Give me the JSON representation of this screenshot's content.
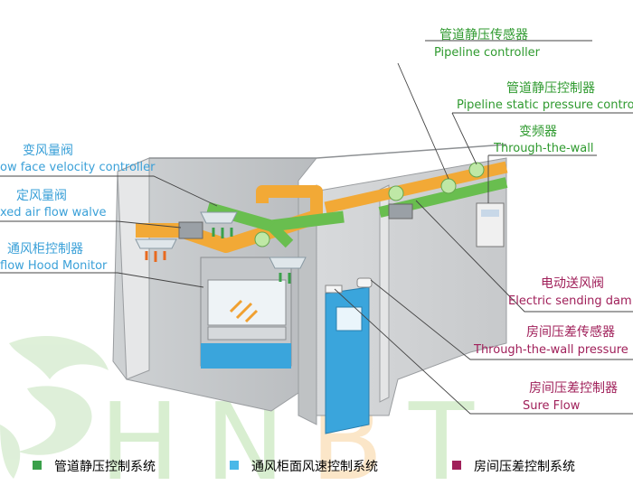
{
  "watermark": {
    "letters": [
      "H",
      "N",
      "B",
      "T"
    ]
  },
  "labels": {
    "pipeline_sensor_zh": "管道静压传感器",
    "pipeline_sensor_en": "Pipeline controller",
    "pipeline_controller_zh": "管道静压控制器",
    "pipeline_controller_en": "Pipeline static pressure contro",
    "vfd_zh": "变频器",
    "vfd_en": "Through-the-wall",
    "vav_zh": "变风量阀",
    "vav_en": "ow face velocity controller",
    "cav_zh": "定风量阀",
    "cav_en": "xed air flow walve",
    "hood_monitor_zh": "通风柜控制器",
    "hood_monitor_en": "flow Hood Monitor",
    "damper_zh": "电动送风阀",
    "damper_en": "Electric sending dam",
    "room_sensor_zh": "房间压差传感器",
    "room_sensor_en": "Through-the-wall pressure",
    "room_controller_zh": "房间压差控制器",
    "room_controller_en": "Sure Flow"
  },
  "legend": [
    {
      "label": "管道静压控制系统",
      "color": "#3aa04a"
    },
    {
      "label": "通风柜面风速控制系统",
      "color": "#49b8e8"
    },
    {
      "label": "房间压差控制系统",
      "color": "#a0205a"
    }
  ]
}
